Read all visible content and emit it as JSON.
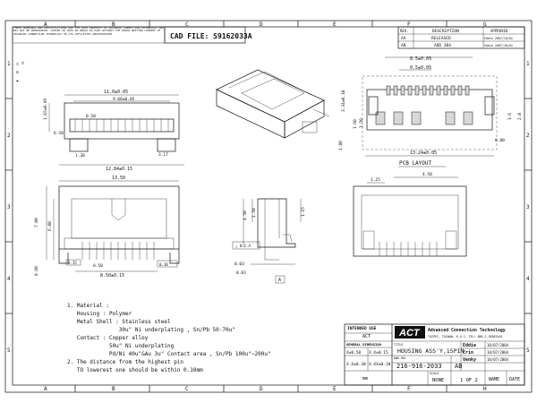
{
  "border": {
    "cols": [
      "A",
      "B",
      "C",
      "D",
      "E",
      "F",
      "G",
      "H"
    ],
    "rows": [
      "1",
      "2",
      "3",
      "4",
      "5"
    ]
  },
  "disclaimer": "THESE DRAWINGS AND SPECIFICATIONS ARE THE SOLE PROPERTY OF ADVANCED CONNECTION TECHNOLOGY AND MAY NOT BE REPRODUCED, COPIED OR USED IN WHOLE OR PART WITHOUT THE PRIOR WRITTEN CONSENT OF ADVANCED CONNECTION TECHNOLOGY OR ITS AFFILIATES UNAUTHORIZED.",
  "cad_file": "CAD FILE: S9162033A",
  "revision": {
    "headers": [
      "REV.",
      "DESCRIPTION",
      "APPROVED"
    ],
    "rows": [
      [
        "AA",
        "RELEASED",
        "Eddie 2007/10/04"
      ],
      [
        "AB",
        "ADD 384",
        "Eddie 2007/10/04"
      ]
    ]
  },
  "dims": {
    "top_width": "11.0±0.05",
    "top_pitch": "9.60±0.05",
    "top_pad": "0.50",
    "top_h": "1.65±0.05",
    "top_w2": "1.30",
    "top_r": "3.17",
    "top_span": "12.84±0.15",
    "top_g": "6.50",
    "front_w": "13.50",
    "front_h1": "7.00",
    "front_h2": "6.80",
    "front_w2": "8.60",
    "front_pin": "0.50",
    "front_ref": "8.50±0.15",
    "front_tol": "0.15",
    "front_tol2": "0.18",
    "side_h1": "4.50",
    "side_h2": "1.50",
    "side_h3": "1.15",
    "side_a": "0.03",
    "side_b": "0.03",
    "pcb_w1": "8.5±0.05",
    "pcb_w2": "0.5±0.05",
    "pcb_h1": "3.34±0.10",
    "pcb_h2": "1.60",
    "pcb_h3": "1.50",
    "pcb_h4": "1.80",
    "pcb_span": "13.24±0.05",
    "pcb_r": "1.6",
    "pcb_rr": "2.0",
    "pcb_d": "0.80",
    "pcb_layout_label": "PCB LAYOUT",
    "bot_w1": "1.25",
    "bot_w2": "4.50"
  },
  "notes": [
    "1. Material :",
    "   Housing : Polymer",
    "   Metal Shell : Stainless steel",
    "                30u\" Ni underplating , Sn/Pb 50-70u\"",
    "   Contact : Copper alloy",
    "             50u\" Ni underplating",
    "             Pd/Ni 40u\"&Au 3u\" Contact area , Sn/Pb 100u\"~200u\"",
    "2. The distance from the highest pin",
    "   TO lowerest one should be within 0.10mm"
  ],
  "title_block": {
    "intended_use": "INTENDED USE",
    "intended_val": "ACT",
    "general_dim": "GENERAL DIMENSION",
    "tol1": "X±0.50",
    "tol1b": "X.X±0.15",
    "tol2": "X.X±0.30",
    "tol2b": "X.XX±0.10",
    "company": "Advanced Connection Technology",
    "company_sub": "TAIPEI, TAIWAN, R.O.C.   TEL: 886-2-26981345",
    "logo": "ACT",
    "title_label": "TITLE",
    "title": "HOUSING ASS'Y,15PIN",
    "dwg_label": "DWG NO.",
    "dwg_no": "216-916-2033",
    "rev": "AB",
    "scale_label": "SCALE",
    "scale": "NONE",
    "sheet": "1 OF 2",
    "drawn": "Eddie",
    "drawn_date": "10/07/2004",
    "checked": "Erin",
    "checked_date": "10/07/2004",
    "approved": "Venky",
    "approved_date": "10/07/2004",
    "name_col": "NAME",
    "date_col": "DATE",
    "units": "mm"
  }
}
